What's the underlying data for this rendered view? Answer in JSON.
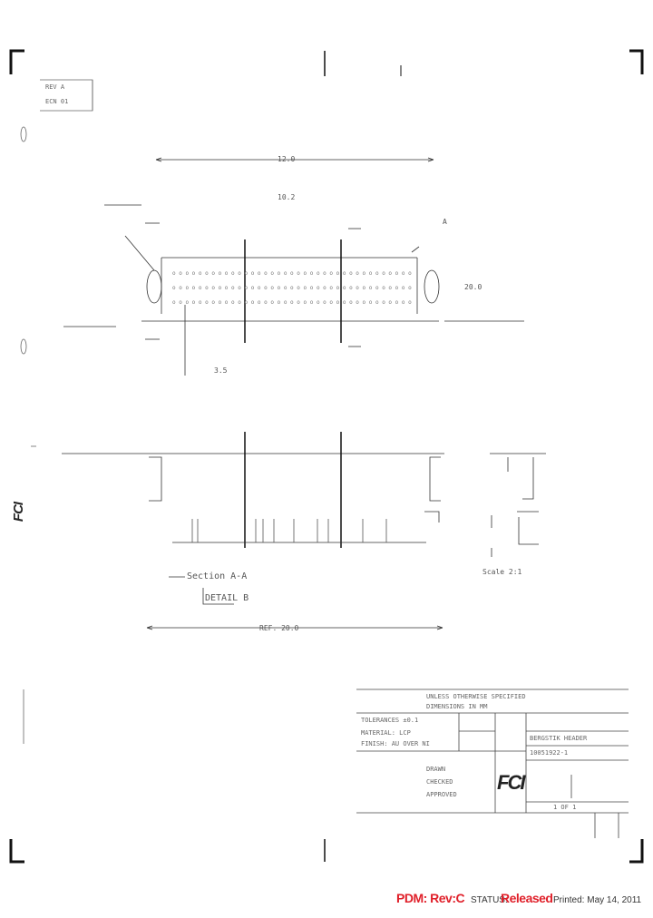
{
  "drawing": {
    "dim_labels": {
      "overall_length": "12.0",
      "pitch_row": "10.2",
      "pitch_col": "3.5",
      "ref_a": "A",
      "side_dim": "20.0",
      "bottom_dim": "REF. 20.0",
      "section_note": "Section A-A",
      "detail_note": "DETAIL B",
      "scale_note": "Scale 2:1"
    },
    "rev_box": [
      "REV A",
      "ECN 01"
    ]
  },
  "title_block": {
    "logo": "FCI",
    "lines": [
      "UNLESS OTHERWISE SPECIFIED",
      "DIMENSIONS IN MM",
      "TOLERANCES ±0.1",
      "MATERIAL: LCP",
      "FINISH: AU OVER NI",
      "DRAWN",
      "CHECKED",
      "APPROVED"
    ],
    "part_number": "10051922-1",
    "description": "BERGSTIK HEADER",
    "sheet": "1 OF 1"
  },
  "side_logo": "FCI",
  "footer": {
    "pdm": "PDM: Rev:C",
    "status_label": "STATUS:",
    "status_value": "Released",
    "printed": "Printed: May 14, 2011"
  }
}
